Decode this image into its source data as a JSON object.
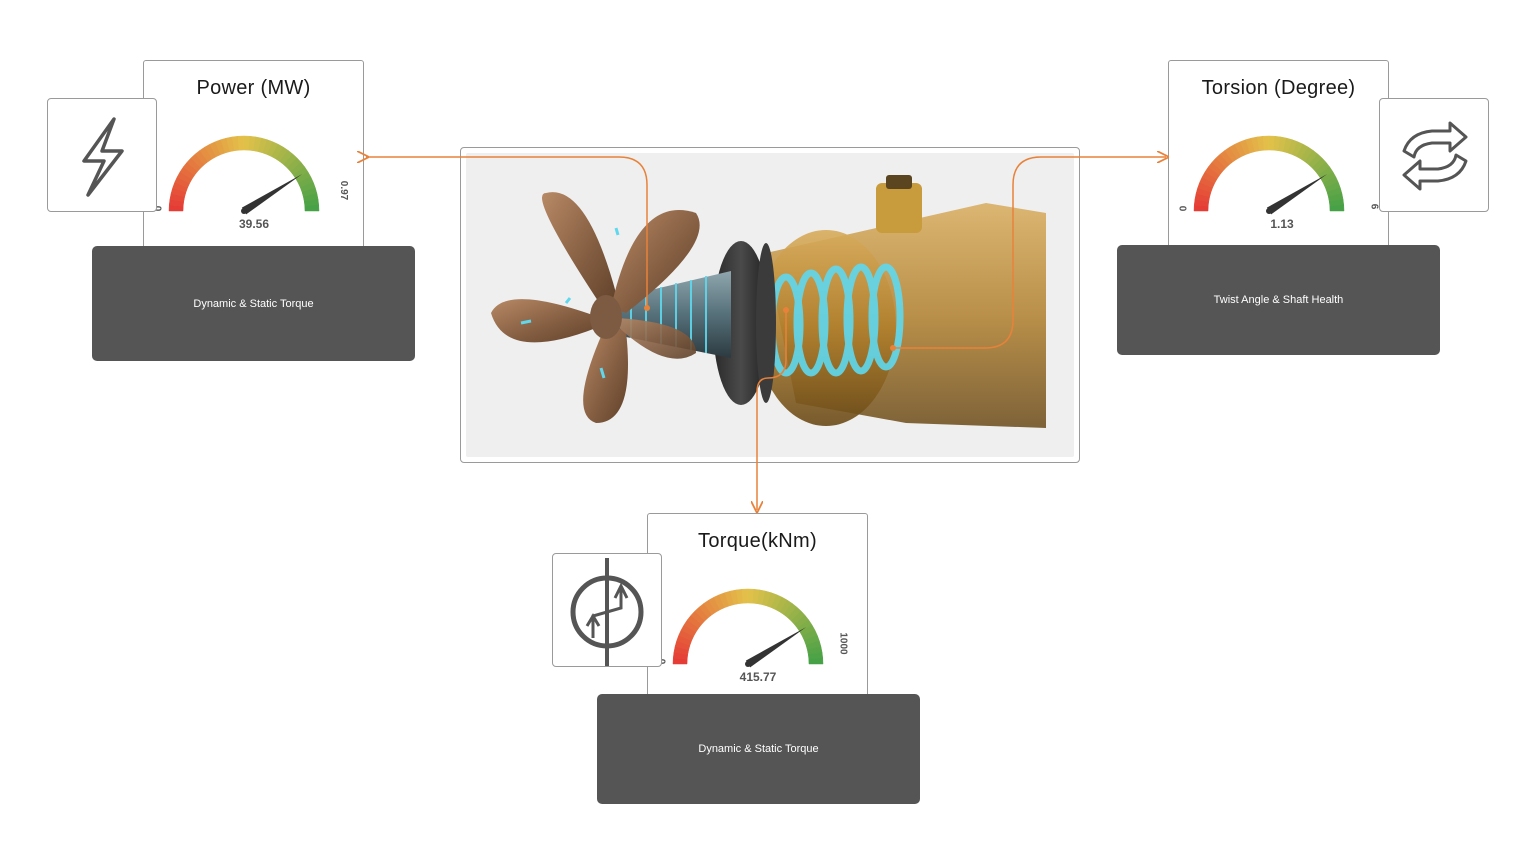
{
  "gauges": {
    "power": {
      "title": "Power (MW)",
      "value": "39.56",
      "min": "0",
      "max": "0.97",
      "needle_fraction": 0.82,
      "panel_label": "Dynamic & Static Torque",
      "icon": "lightning-icon"
    },
    "torsion": {
      "title": "Torsion (Degree)",
      "value": "1.13",
      "min": "0",
      "max": "6",
      "needle_fraction": 0.82,
      "panel_label": "Twist Angle & Shaft Health",
      "icon": "rotate-arrows-icon"
    },
    "torque": {
      "title": "Torque(kNm)",
      "value": "415.77",
      "min": "0",
      "max": "1000",
      "needle_fraction": 0.82,
      "panel_label": "Dynamic & Static Torque",
      "icon": "torque-sensor-icon"
    }
  },
  "colors": {
    "connector": "#e8823a",
    "panel": "#555555",
    "gauge_low": "#e53935",
    "gauge_mid": "#e3c24a",
    "gauge_high": "#43a047",
    "sensor_glow": "#5fd8ee"
  },
  "hero": {
    "image": "propeller-shaft-sensor-illustration"
  }
}
